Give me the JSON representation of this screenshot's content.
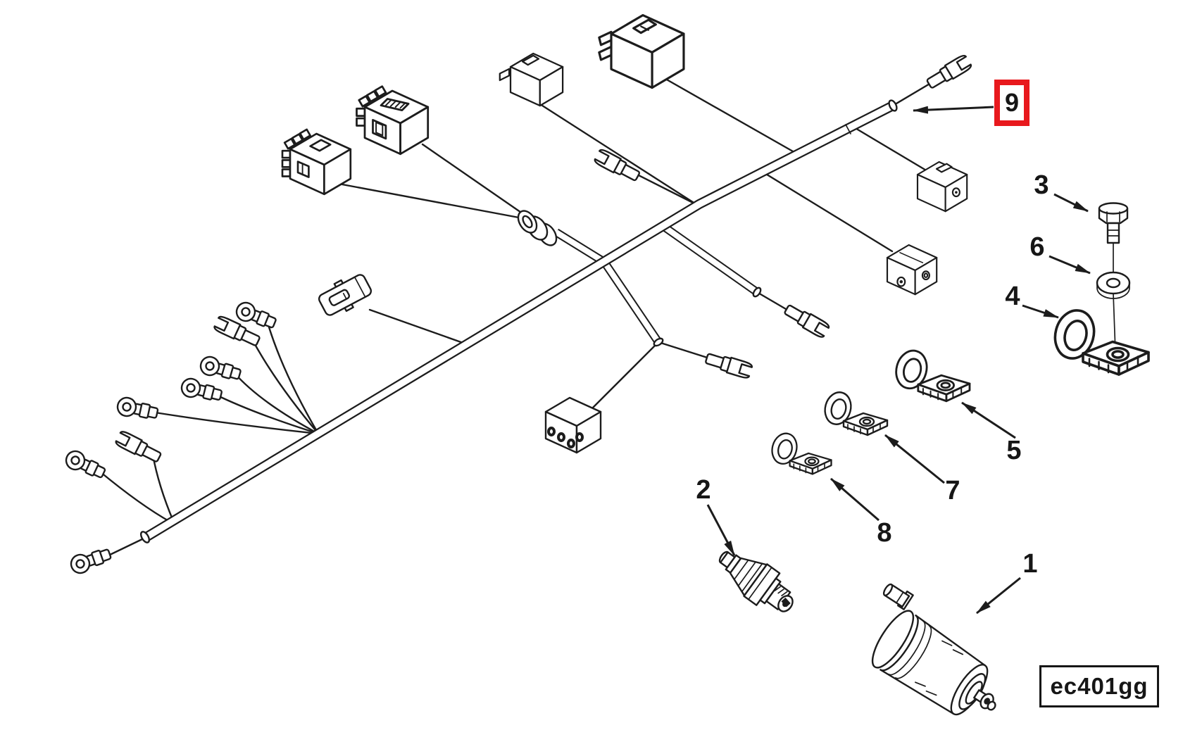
{
  "diagram": {
    "code": "ec401gg",
    "background_color": "#ffffff",
    "line_color": "#1c1c1c",
    "highlight_color": "#e8191d",
    "selected_callout": "9",
    "subject": "engine wiring harness exploded parts view"
  },
  "callouts": [
    {
      "label": "9",
      "part": "wiring-harness",
      "highlighted": true
    },
    {
      "label": "3",
      "part": "bolt",
      "highlighted": false
    },
    {
      "label": "6",
      "part": "washer",
      "highlighted": false
    },
    {
      "label": "4",
      "part": "clamp-large",
      "highlighted": false
    },
    {
      "label": "5",
      "part": "clamp-medium",
      "highlighted": false
    },
    {
      "label": "7",
      "part": "clamp-small",
      "highlighted": false
    },
    {
      "label": "8",
      "part": "clamp-small",
      "highlighted": false
    },
    {
      "label": "2",
      "part": "temperature-sender",
      "highlighted": false
    },
    {
      "label": "1",
      "part": "fuel-filter",
      "highlighted": false
    }
  ]
}
